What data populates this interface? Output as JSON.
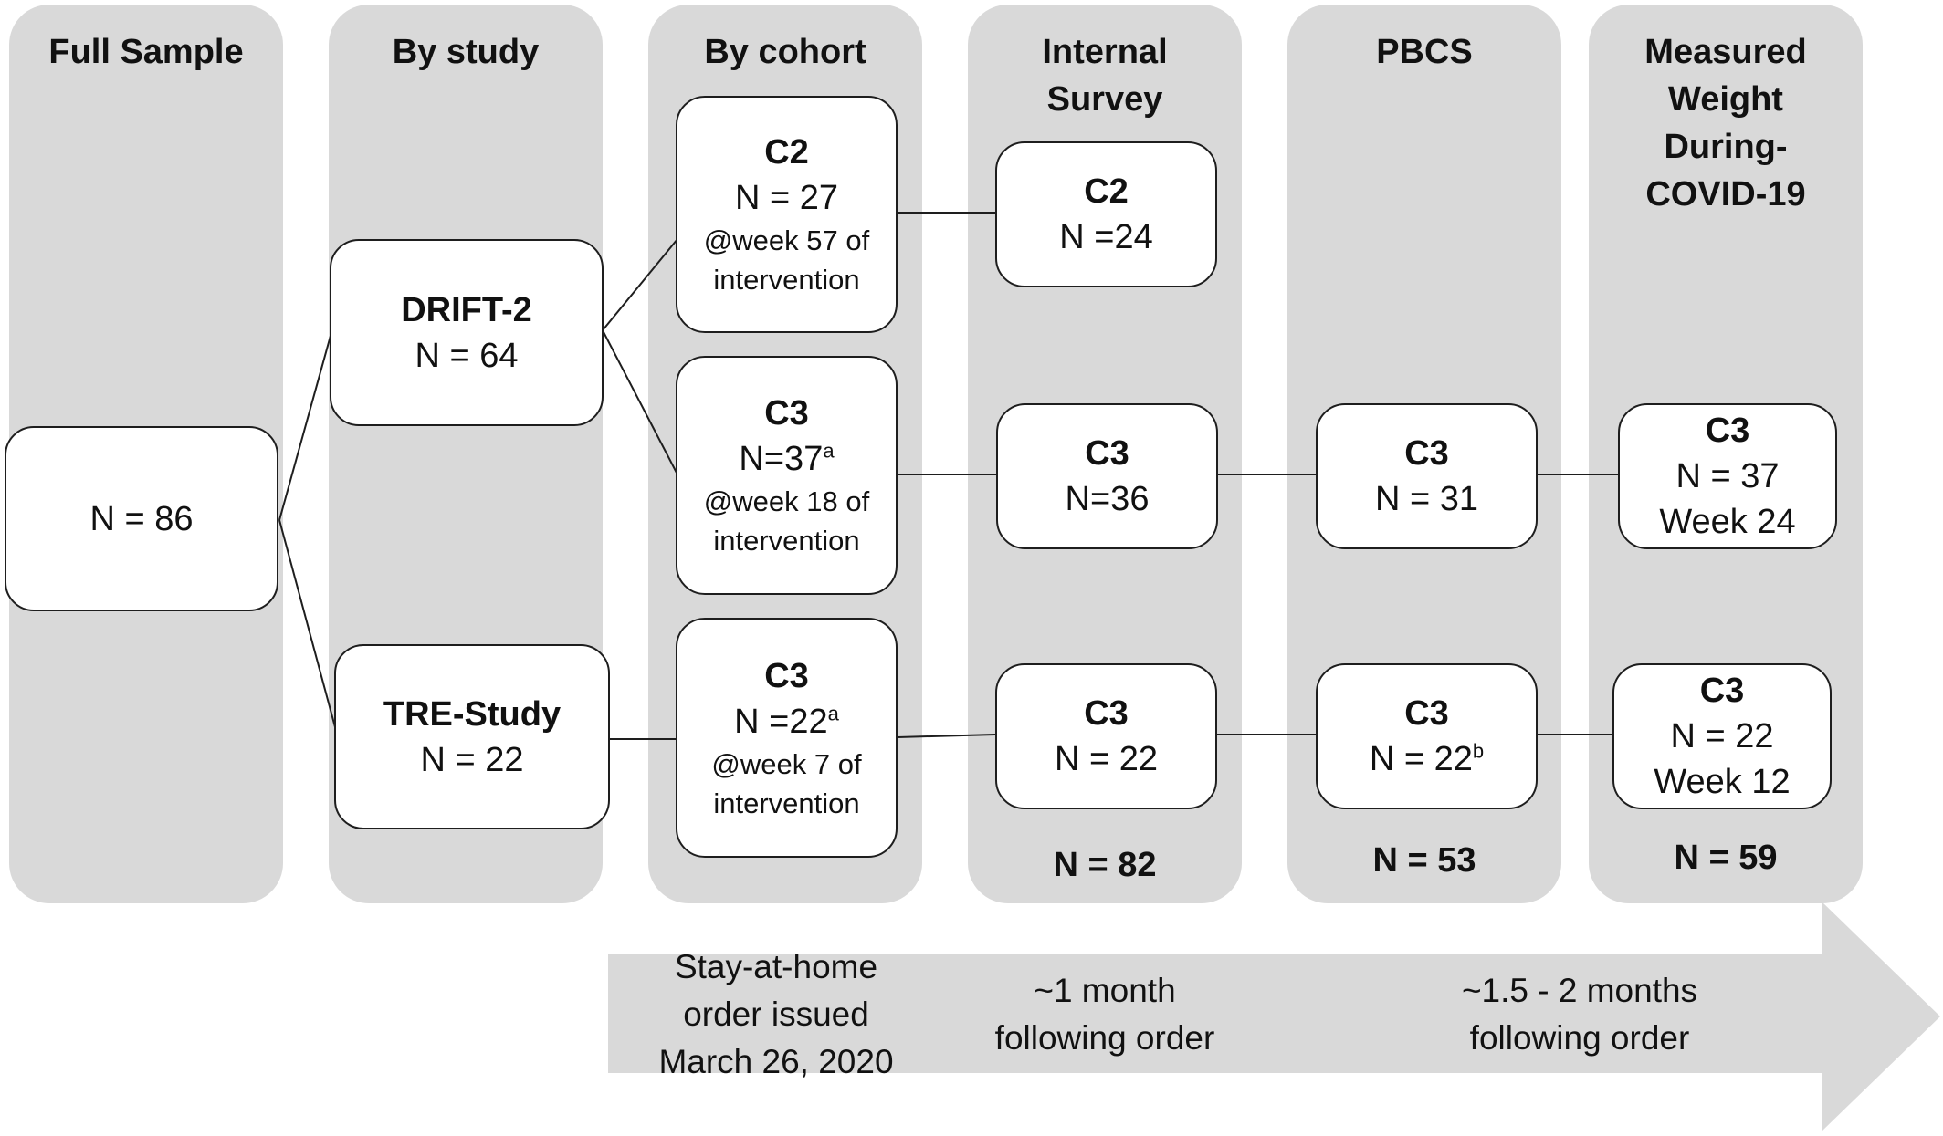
{
  "columns": [
    {
      "title": "Full Sample",
      "total": ""
    },
    {
      "title": "By study",
      "total": ""
    },
    {
      "title": "By cohort",
      "total": ""
    },
    {
      "title": "Internal Survey",
      "total": "N = 82"
    },
    {
      "title": "PBCS",
      "total": "N = 53"
    },
    {
      "title": "Measured Weight During-COVID-19",
      "total": "N = 59"
    }
  ],
  "boxes": {
    "full": {
      "n": "N = 86"
    },
    "drift2": {
      "label": "DRIFT-2",
      "n": "N = 64"
    },
    "tre": {
      "label": "TRE-Study",
      "n": "N = 22"
    },
    "cohort_c2": {
      "label": "C2",
      "n": "N = 27",
      "note": "@week 57 of intervention"
    },
    "cohort_c3_drift": {
      "label": "C3",
      "n": "N=37",
      "n_sup": "a",
      "note": "@week 18 of intervention"
    },
    "cohort_c3_tre": {
      "label": "C3",
      "n": "N =22",
      "n_sup": "a",
      "note": "@week 7 of intervention"
    },
    "survey_c2": {
      "label": "C2",
      "n": "N =24"
    },
    "survey_c3_drift": {
      "label": "C3",
      "n": "N=36"
    },
    "survey_c3_tre": {
      "label": "C3",
      "n": "N = 22"
    },
    "pbcs_c3_drift": {
      "label": "C3",
      "n": "N = 31"
    },
    "pbcs_c3_tre": {
      "label": "C3",
      "n": "N = 22",
      "n_sup": "b"
    },
    "weight_c3_drift": {
      "label": "C3",
      "n": "N = 37",
      "week": "Week 24"
    },
    "weight_c3_tre": {
      "label": "C3",
      "n": "N = 22",
      "week": "Week 12"
    }
  },
  "timeline": {
    "stay_at_home": "Stay-at-home order  issued March 26, 2020",
    "one_month": "~1 month following order",
    "later": "~1.5 - 2 months following order"
  },
  "colors": {
    "column_bg": "#d9d9d9",
    "arrow": "#d9d9d9",
    "box_border": "#1e1e1e"
  }
}
